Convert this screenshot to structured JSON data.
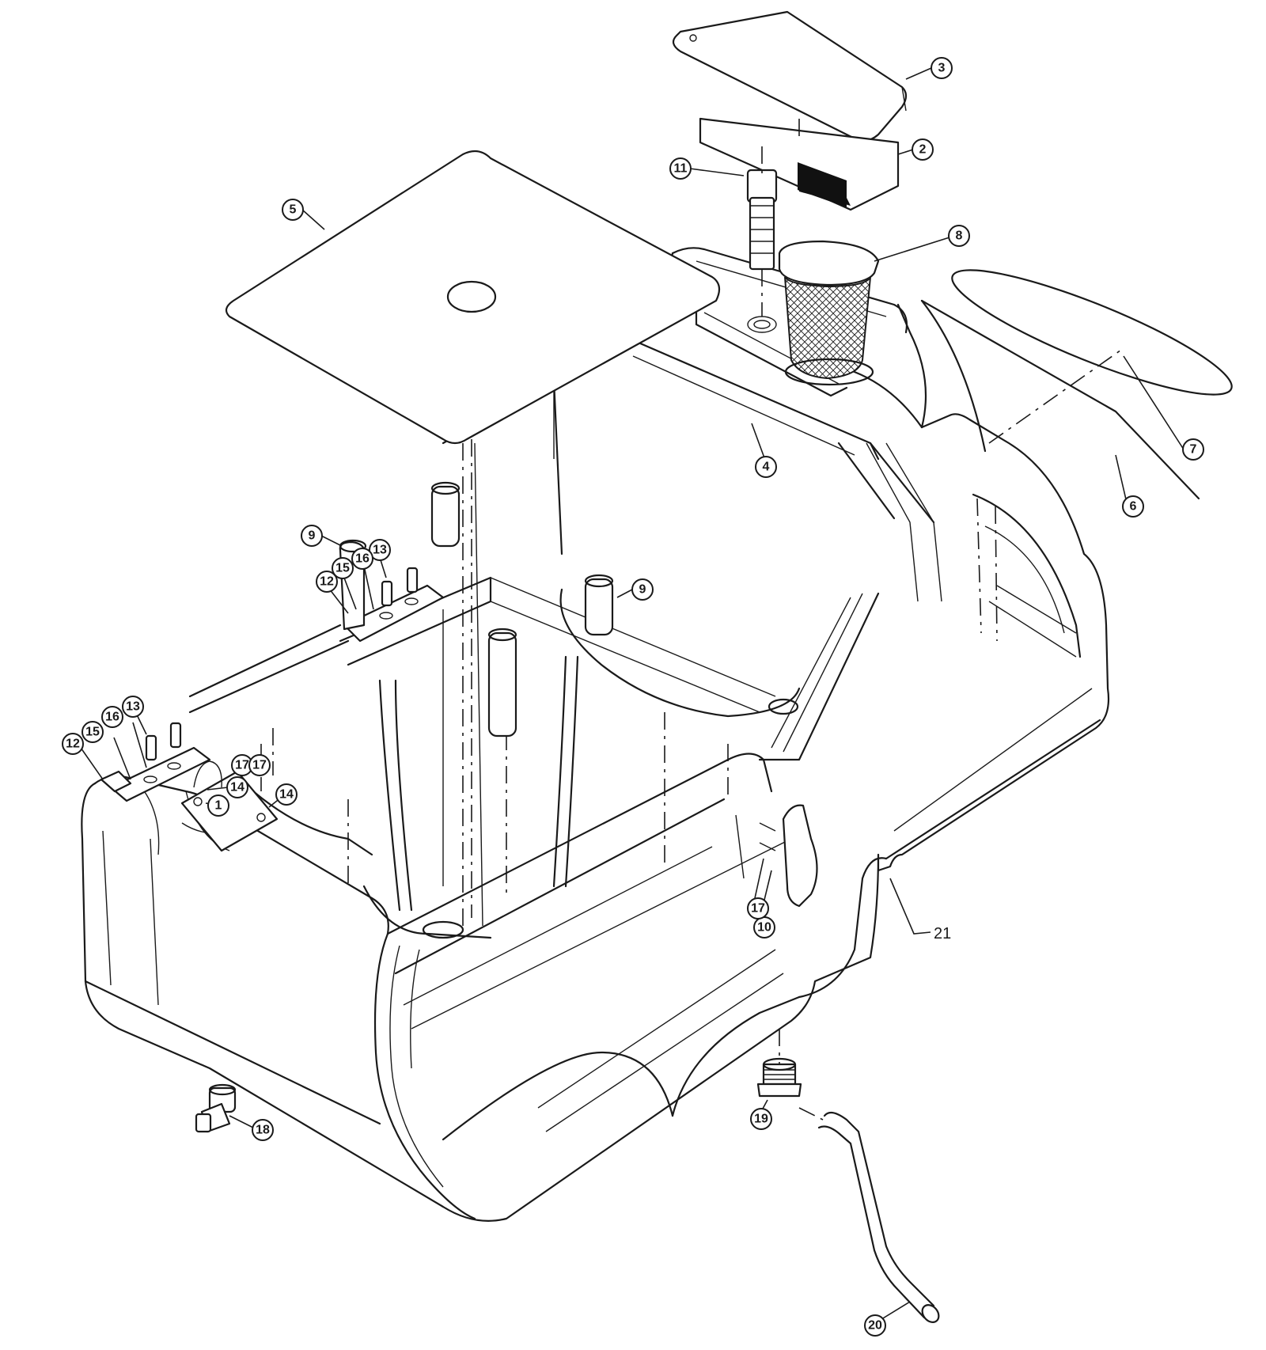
{
  "callouts": {
    "c1": "1",
    "c2": "2",
    "c3": "3",
    "c4": "4",
    "c5": "5",
    "c6": "6",
    "c7": "7",
    "c8": "8",
    "c9a": "9",
    "c9b": "9",
    "c10": "10",
    "c11": "11",
    "c12a": "12",
    "c12b": "12",
    "c13a": "13",
    "c13b": "13",
    "c14a": "14",
    "c14b": "14",
    "c15a": "15",
    "c15b": "15",
    "c16a": "16",
    "c16b": "16",
    "c17a": "17",
    "c17b": "17",
    "c17c": "17",
    "c18": "18",
    "c19": "19",
    "c20": "20"
  },
  "labels": {
    "tank": "21"
  },
  "colors": {
    "line": "#1a1a1a",
    "background": "#ffffff"
  }
}
